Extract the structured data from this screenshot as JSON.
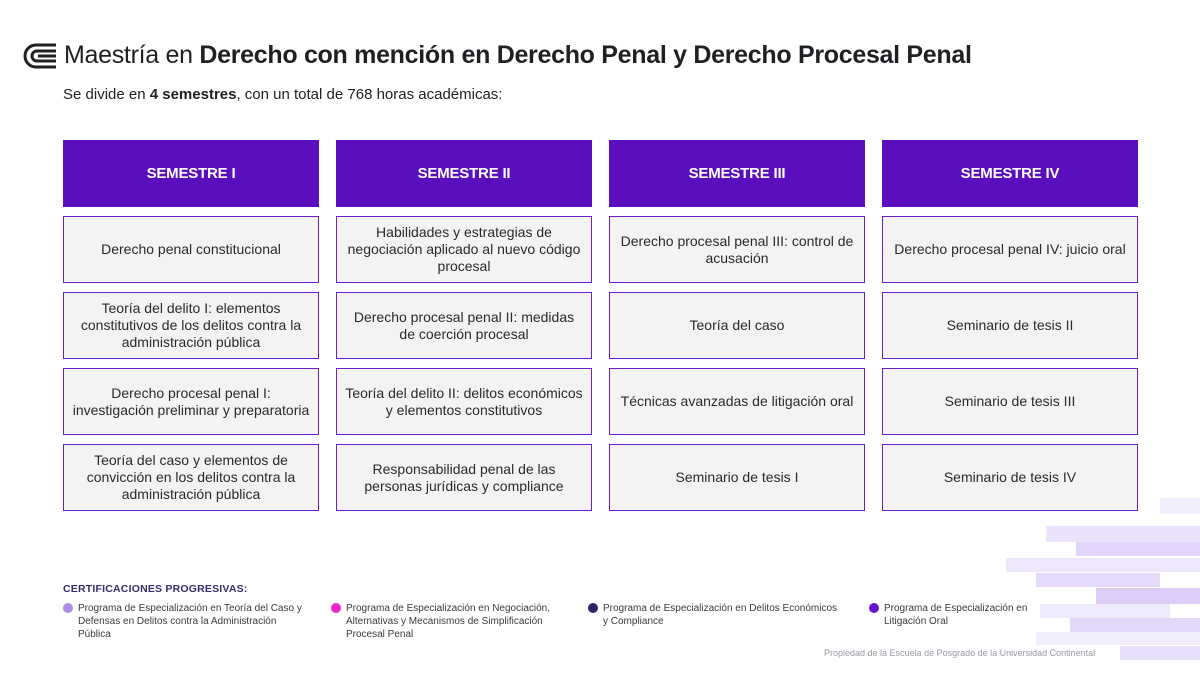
{
  "header": {
    "title_prefix": "Maestría en ",
    "title_bold": "Derecho con mención en Derecho Penal y Derecho Procesal Penal",
    "subtitle_pre": "Se divide en ",
    "subtitle_bold": "4 semestres",
    "subtitle_post": ", con un total de 768 horas académicas:"
  },
  "semesters": [
    {
      "label": "SEMESTRE I",
      "courses": [
        "Derecho penal constitucional",
        "Teoría del delito I: elementos constitutivos de los delitos contra la administración pública",
        "Derecho procesal penal I: investigación preliminar y preparatoria",
        "Teoría del caso y elementos de convicción en los delitos contra la administración pública"
      ]
    },
    {
      "label": "SEMESTRE II",
      "courses": [
        "Habilidades y estrategias de negociación aplicado al nuevo código procesal",
        "Derecho procesal penal II: medidas de coerción procesal",
        "Teoría del delito II: delitos económicos y elementos constitutivos",
        "Responsabilidad penal de las personas jurídicas y compliance"
      ]
    },
    {
      "label": "SEMESTRE III",
      "courses": [
        "Derecho procesal penal III: control de acusación",
        "Teoría del caso",
        "Técnicas avanzadas de litigación oral",
        "Seminario de tesis I"
      ]
    },
    {
      "label": "SEMESTRE IV",
      "courses": [
        "Derecho procesal penal IV: juicio oral",
        "Seminario de tesis II",
        "Seminario de tesis III",
        "Seminario de tesis IV"
      ]
    }
  ],
  "certifications": {
    "title": "CERTIFICACIONES PROGRESIVAS:",
    "items": [
      {
        "text": "Programa de Especialización en Teoría del Caso y Defensas en Delitos contra la Administración Pública",
        "color": "#b08ce8"
      },
      {
        "text": "Programa de Especialización en Negociación, Alternativas y Mecanismos de Simplificación Procesal Penal",
        "color": "#e826c8"
      },
      {
        "text": "Programa de Especialización en Delitos Económicos y Compliance",
        "color": "#2d2466"
      },
      {
        "text": "Programa de Especialización en Litigación Oral",
        "color": "#6a12d0"
      }
    ]
  },
  "footer": "Propiedad de la Escuela de Posgrado de la Universidad Continental",
  "colors": {
    "accent": "#5b0ebd",
    "cell_bg": "#f3f3f3",
    "border": "#6a1fc8"
  }
}
